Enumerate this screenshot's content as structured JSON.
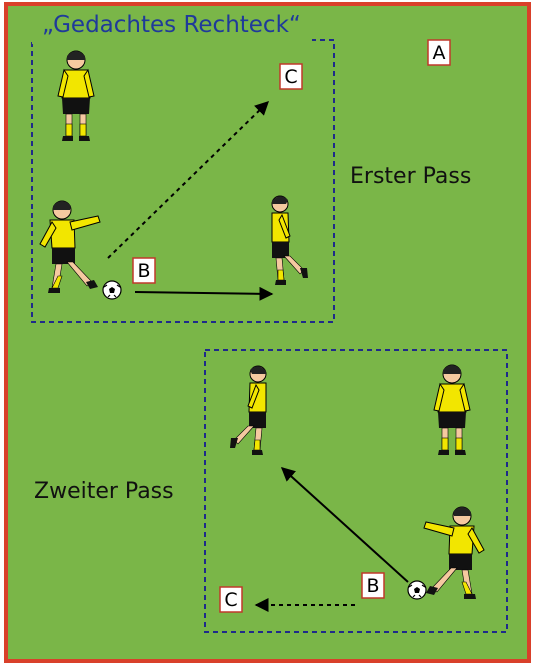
{
  "title": "„Gedachtes Rechteck“",
  "labels": {
    "erster_pass": "Erster Pass",
    "zweiter_pass": "Zweiter Pass"
  },
  "markers": {
    "a": "A",
    "b_top": "B",
    "c_top": "C",
    "b_bottom": "B",
    "c_bottom": "C"
  },
  "colors": {
    "field": "#7ab648",
    "border": "#d9402a",
    "rectangle": "#1f2a8a",
    "title": "#1f3a9a",
    "shirt": "#f2e600",
    "shorts": "#111111",
    "marker_border": "#c0392b"
  },
  "icons": [
    "player-figure",
    "soccer-ball",
    "pass-arrow"
  ]
}
